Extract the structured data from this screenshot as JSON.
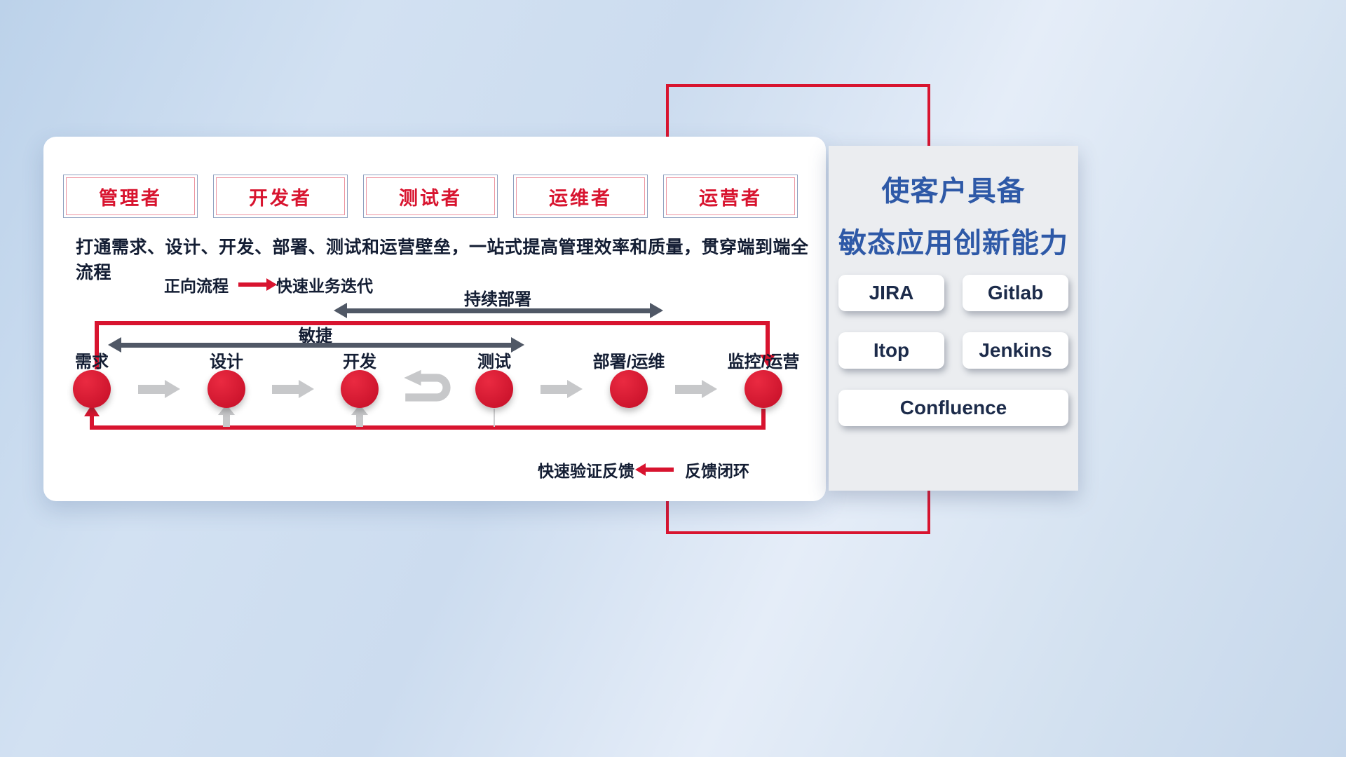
{
  "roles": [
    "管理者",
    "开发者",
    "测试者",
    "运维者",
    "运营者"
  ],
  "description": "打通需求、设计、开发、部署、测试和运营壁垒，一站式提高管理效率和质量，贯穿端到端全流程",
  "forward_legend": {
    "label": "正向流程",
    "value": "快速业务迭代"
  },
  "span_arrows": {
    "continuous_deployment": "持续部署",
    "agile": "敏捷"
  },
  "nodes": [
    "需求",
    "设计",
    "开发",
    "测试",
    "部署/运维",
    "监控/运营"
  ],
  "feedback_legend": {
    "label": "快速验证反馈",
    "value": "反馈闭环"
  },
  "side_panel": {
    "title_line1": "使客户具备",
    "title_line2": "敏态应用创新能力",
    "tools": [
      "JIRA",
      "Gitlab",
      "Itop",
      "Jenkins",
      "Confluence"
    ]
  },
  "colors": {
    "accent_red": "#d8142f",
    "title_blue": "#2e59a7",
    "dark_navy": "#131d33",
    "arrow_gray": "#c7c8ca",
    "span_arrow_dark": "#505866",
    "panel_gray": "#ebedf0"
  }
}
